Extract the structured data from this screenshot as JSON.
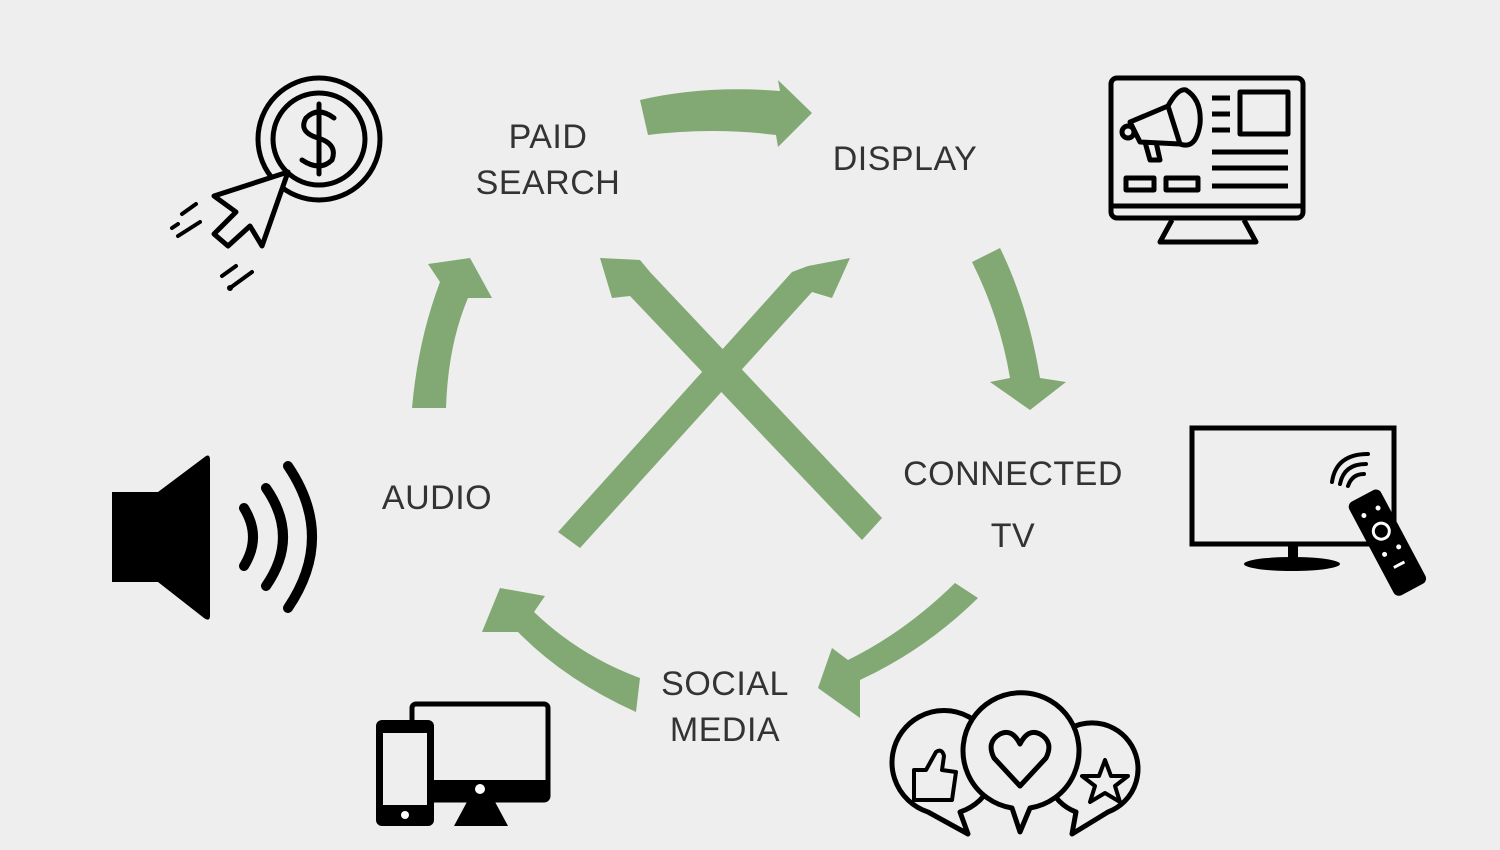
{
  "diagram": {
    "accent_color": "#82a874",
    "icon_color": "#000000",
    "label_color": "#333333",
    "nodes": [
      {
        "id": "paid-search",
        "lines": [
          "PAID",
          "SEARCH"
        ],
        "icon": "dollar-coin-cursor-icon"
      },
      {
        "id": "display",
        "lines": [
          "DISPLAY"
        ],
        "icon": "monitor-megaphone-ad-icon"
      },
      {
        "id": "connected-tv",
        "lines": [
          "CONNECTED",
          "TV"
        ],
        "icon": "tv-remote-icon"
      },
      {
        "id": "social-media",
        "lines": [
          "SOCIAL",
          "MEDIA"
        ],
        "icon": "social-speech-bubbles-icon"
      },
      {
        "id": "audio",
        "lines": [
          "AUDIO"
        ],
        "icon": "speaker-volume-icon"
      }
    ],
    "extra_icons": [
      "phone-desktop-devices-icon"
    ]
  }
}
